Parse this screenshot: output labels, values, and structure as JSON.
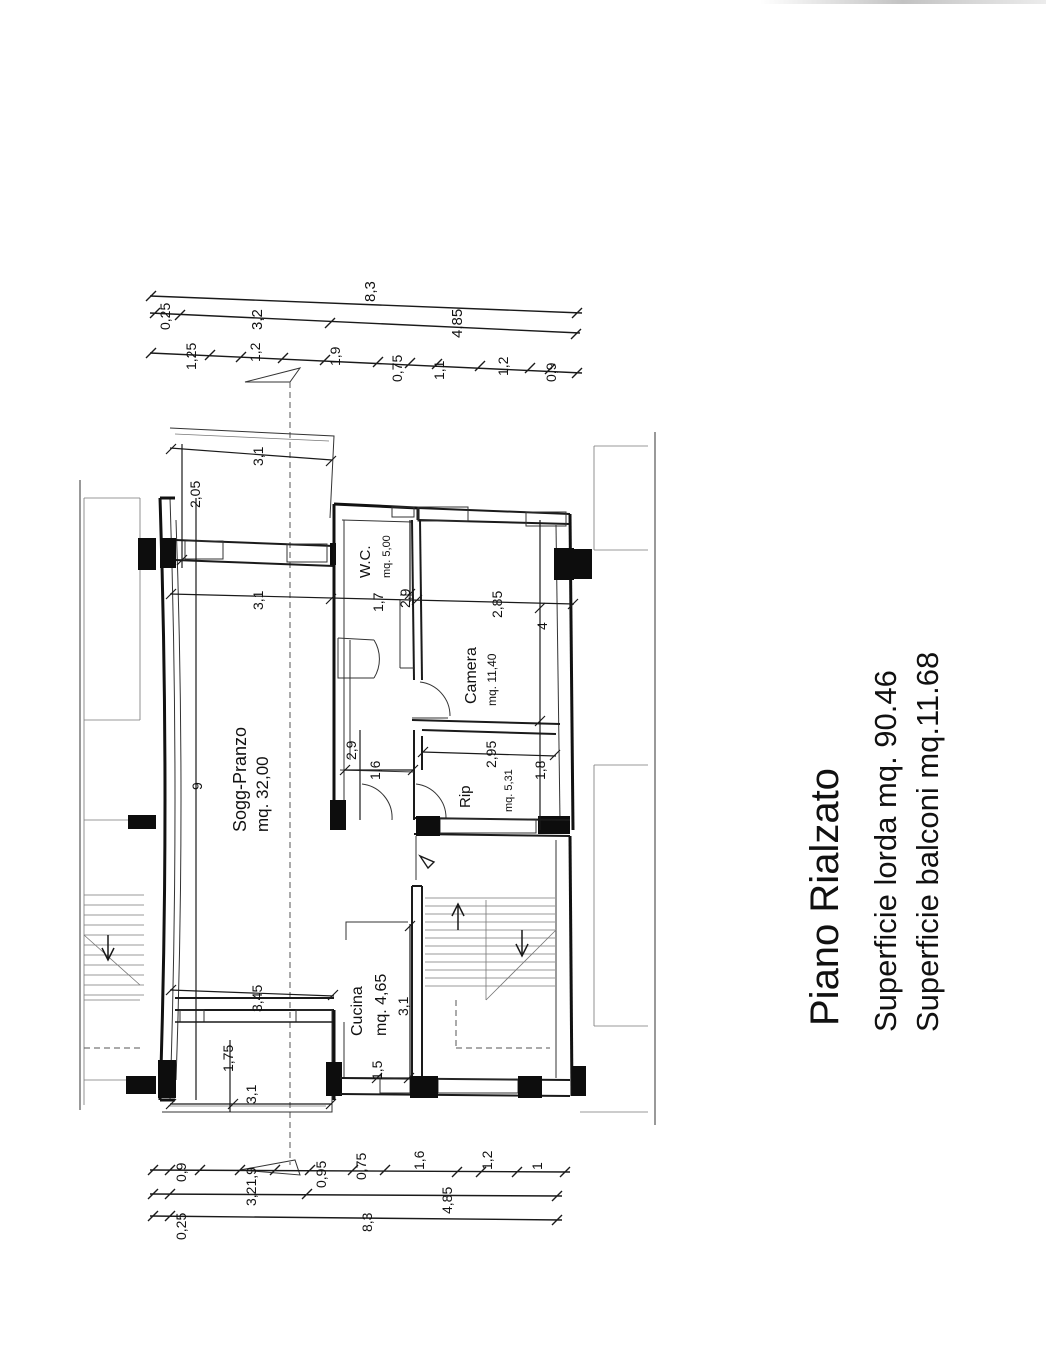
{
  "title": {
    "main": "Piano Rialzato",
    "line1": "Superficie lorda mq. 90.46",
    "line2": "Superficie balconi mq.11.68"
  },
  "rooms": {
    "soggiorno": {
      "name": "Sogg-Pranzo",
      "area": "mq. 32,00"
    },
    "wc": {
      "name": "W.C.",
      "area": "mq. 5,00"
    },
    "camera": {
      "name": "Camera",
      "area": "mq. 11,40"
    },
    "rip": {
      "name": "Rip",
      "area": "mq. 5,31"
    },
    "cucina": {
      "name": "Cucina",
      "area": "mq. 4,65"
    }
  },
  "dims_top": {
    "total": "8,3",
    "d025": "0,25",
    "d32": "3,2",
    "d485": "4,85",
    "d125": "1,25",
    "d12a": "1,2",
    "d19": "1,9",
    "d075": "0,75",
    "d11": "1,1",
    "d12b": "1,2",
    "d09": "0,9"
  },
  "dims_bottom": {
    "d09": "0,9",
    "d3219": "3,21,9",
    "d095": "0,95",
    "d075": "0,75",
    "d16": "1,6",
    "d12": "1,2",
    "d1": "1",
    "d025": "0,25",
    "d83": "8,3",
    "d485": "4,85"
  },
  "dims_inner": {
    "d31a": "3,1",
    "d205": "2,05",
    "d31b": "3,1",
    "d17": "1,7",
    "d29a": "2,9",
    "d285": "2,85",
    "d4": "4",
    "d9": "9",
    "d29b": "2,9",
    "d16": "1,6",
    "d295": "2,95",
    "d18": "1,8",
    "d345": "3,45",
    "d31c": "3,1",
    "d175": "1,75",
    "d31d": "3,1",
    "d15": "1,5"
  }
}
